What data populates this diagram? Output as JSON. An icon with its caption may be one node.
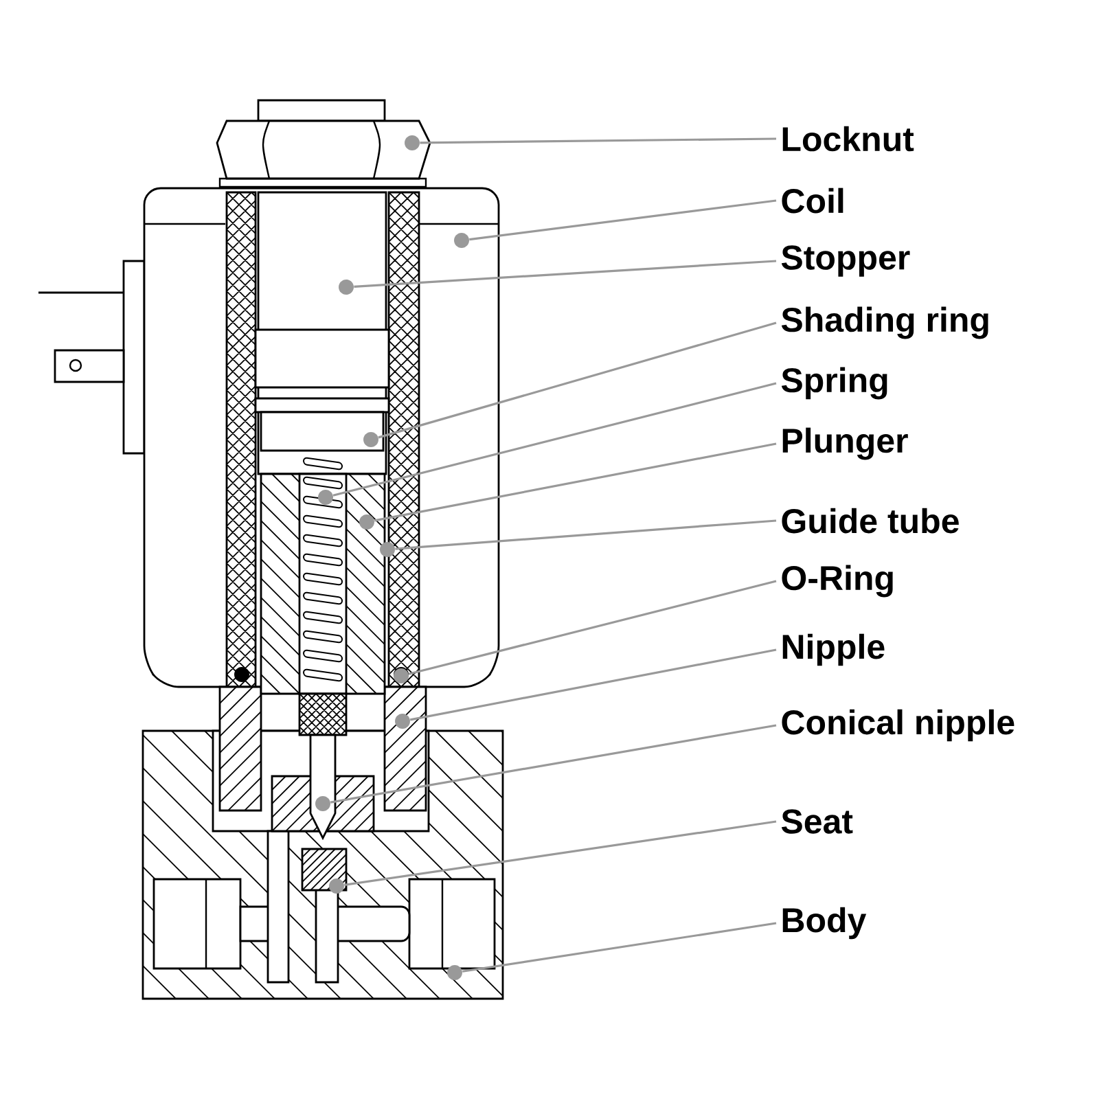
{
  "diagram": {
    "nodes": [
      {
        "text": [
          "Locknut"
        ]
      },
      {
        "text": [
          "Coil"
        ]
      },
      {
        "text": [
          "Stopper"
        ]
      },
      {
        "text": [
          "Shading ring"
        ]
      },
      {
        "text": [
          "Spring"
        ]
      },
      {
        "text": [
          "Plunger"
        ]
      },
      {
        "text": [
          "Guide tube"
        ]
      },
      {
        "text": [
          "O-Ring"
        ]
      },
      {
        "text": [
          "Nipple"
        ]
      },
      {
        "text": [
          "Conical nipple"
        ]
      },
      {
        "text": [
          "Seat"
        ]
      },
      {
        "text": [
          "Body"
        ]
      },
      {
        "text": [],
        "shape": "circle"
      },
      {
        "text": [],
        "shape": "circle"
      },
      {
        "text": [],
        "shape": "circle"
      },
      {
        "text": [],
        "shape": "circle"
      },
      {
        "text": [],
        "shape": "circle"
      },
      {
        "text": [],
        "shape": "circle"
      },
      {
        "text": [],
        "shape": "circle"
      },
      {
        "text": [],
        "shape": "circle"
      },
      {
        "text": [],
        "shape": "circle"
      },
      {
        "text": [],
        "shape": "circle"
      },
      {
        "text": [],
        "shape": "circle"
      },
      {
        "text": [],
        "shape": "circle"
      }
    ],
    "edges": [
      {
        "from": 0,
        "to": 12,
        "arrow": "none"
      },
      {
        "from": 1,
        "to": 13,
        "arrow": "none"
      },
      {
        "from": 2,
        "to": 14,
        "arrow": "none"
      },
      {
        "from": 3,
        "to": 15,
        "arrow": "none"
      },
      {
        "from": 4,
        "to": 16,
        "arrow": "none"
      },
      {
        "from": 5,
        "to": 17,
        "arrow": "none"
      },
      {
        "from": 6,
        "to": 18,
        "arrow": "none"
      },
      {
        "from": 7,
        "to": 19,
        "arrow": "none"
      },
      {
        "from": 8,
        "to": 20,
        "arrow": "none"
      },
      {
        "from": 9,
        "to": 21,
        "arrow": "none"
      },
      {
        "from": 10,
        "to": 22,
        "arrow": "none"
      },
      {
        "from": 11,
        "to": 23,
        "arrow": "none"
      }
    ]
  }
}
